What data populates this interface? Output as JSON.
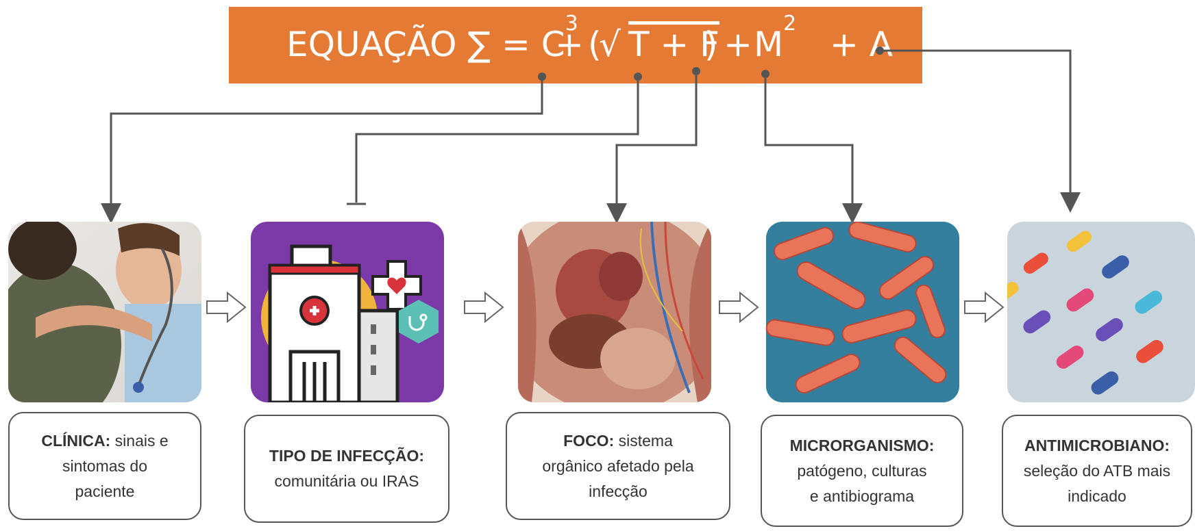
{
  "equation": {
    "prefix": "EQUAÇÃO ∑ = C",
    "exp1": "3",
    "plus1": "+",
    "open_paren": "(",
    "radical": "√",
    "t_plus_f": "T + F",
    "close_paren": ")",
    "plus2": "+",
    "m": "M",
    "exp2": "2",
    "tail": "+ A"
  },
  "cards": [
    {
      "title": "CLÍNICA:",
      "lines": [
        "sinais e",
        "sintomas do",
        "paciente"
      ]
    },
    {
      "title": "TIPO DE INFECÇÃO:",
      "lines": [
        "comunitária ou IRAS"
      ]
    },
    {
      "title": "FOCO:",
      "lines": [
        "sistema",
        "orgânico afetado pela",
        "infecção"
      ]
    },
    {
      "title": "MICRORGANISMO:",
      "lines": [
        "patógeno, culturas",
        "e antibiograma"
      ]
    },
    {
      "title": "ANTIMICROBIANO:",
      "lines": [
        "seleção do ATB mais",
        "indicado"
      ]
    }
  ],
  "colors": {
    "banner": "#e47a34",
    "connector": "#555555",
    "hospital_bg": "#7b3aa8"
  }
}
